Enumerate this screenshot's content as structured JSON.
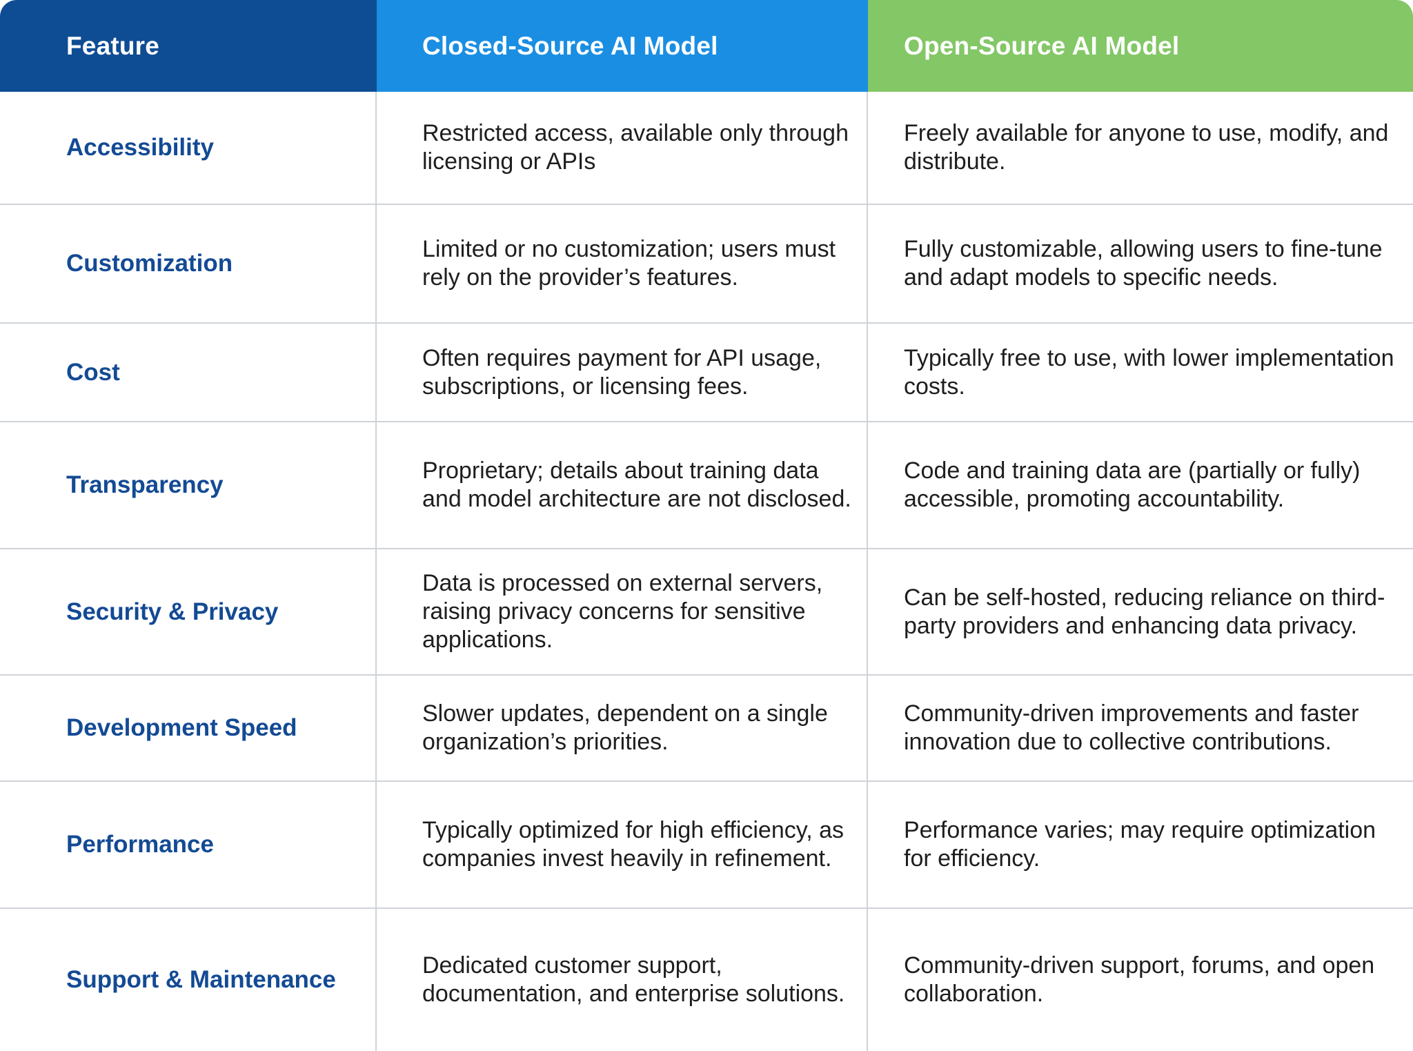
{
  "colors": {
    "feature_header_bg": "#0e4d94",
    "closed_header_bg": "#1a8ee2",
    "open_header_bg": "#83c766",
    "feature_text": "#134a94",
    "divider": "#cfd3d8"
  },
  "header": {
    "feature": "Feature",
    "closed": "Closed-Source AI Model",
    "open": "Open-Source AI Model"
  },
  "rows": [
    {
      "feature": "Accessibility",
      "closed": "Restricted access, available only through licensing or APIs",
      "open": "Freely available for anyone to use, modify, and distribute."
    },
    {
      "feature": "Customization",
      "closed": "Limited or no customization; users must rely on the provider’s features.",
      "open": "Fully customizable, allowing users to fine-tune and adapt models to specific needs."
    },
    {
      "feature": "Cost",
      "closed": "Often requires payment for API usage, subscriptions, or licensing fees.",
      "open": "Typically free to use, with lower implementation costs."
    },
    {
      "feature": "Transparency",
      "closed": "Proprietary; details about training data and model architecture are not disclosed.",
      "open": "Code and training data are (partially or fully) accessible, promoting accountability."
    },
    {
      "feature": "Security & Privacy",
      "closed": "Data is processed on external servers, raising privacy concerns for sensitive applications.",
      "open": "Can be self-hosted, reducing reliance on third-party providers and enhancing data privacy."
    },
    {
      "feature": "Development Speed",
      "closed": "Slower updates, dependent on a single organization’s priorities.",
      "open": "Community-driven improvements and faster innovation due to collective contributions."
    },
    {
      "feature": "Performance",
      "closed": "Typically optimized for high efficiency, as companies invest heavily in refinement.",
      "open": "Performance varies; may require optimization for efficiency."
    },
    {
      "feature": "Support & Maintenance",
      "closed": "Dedicated customer support, documentation, and enterprise solutions.",
      "open": "Community-driven support, forums, and open collaboration."
    }
  ]
}
